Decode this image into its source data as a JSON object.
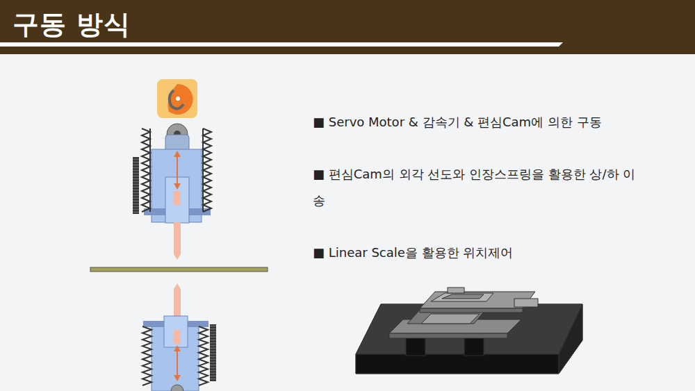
{
  "diagram": {
    "title": "구동 방식",
    "labels": [
      "■ Servo Motor & 감속기 & 편심Cam에 의한 구동",
      "■ 편심Cam의 외각 선도와 인장스프링을 활용한 상/하 이송",
      "■ Linear Scale을 활용한 위치제어"
    ]
  }
}
